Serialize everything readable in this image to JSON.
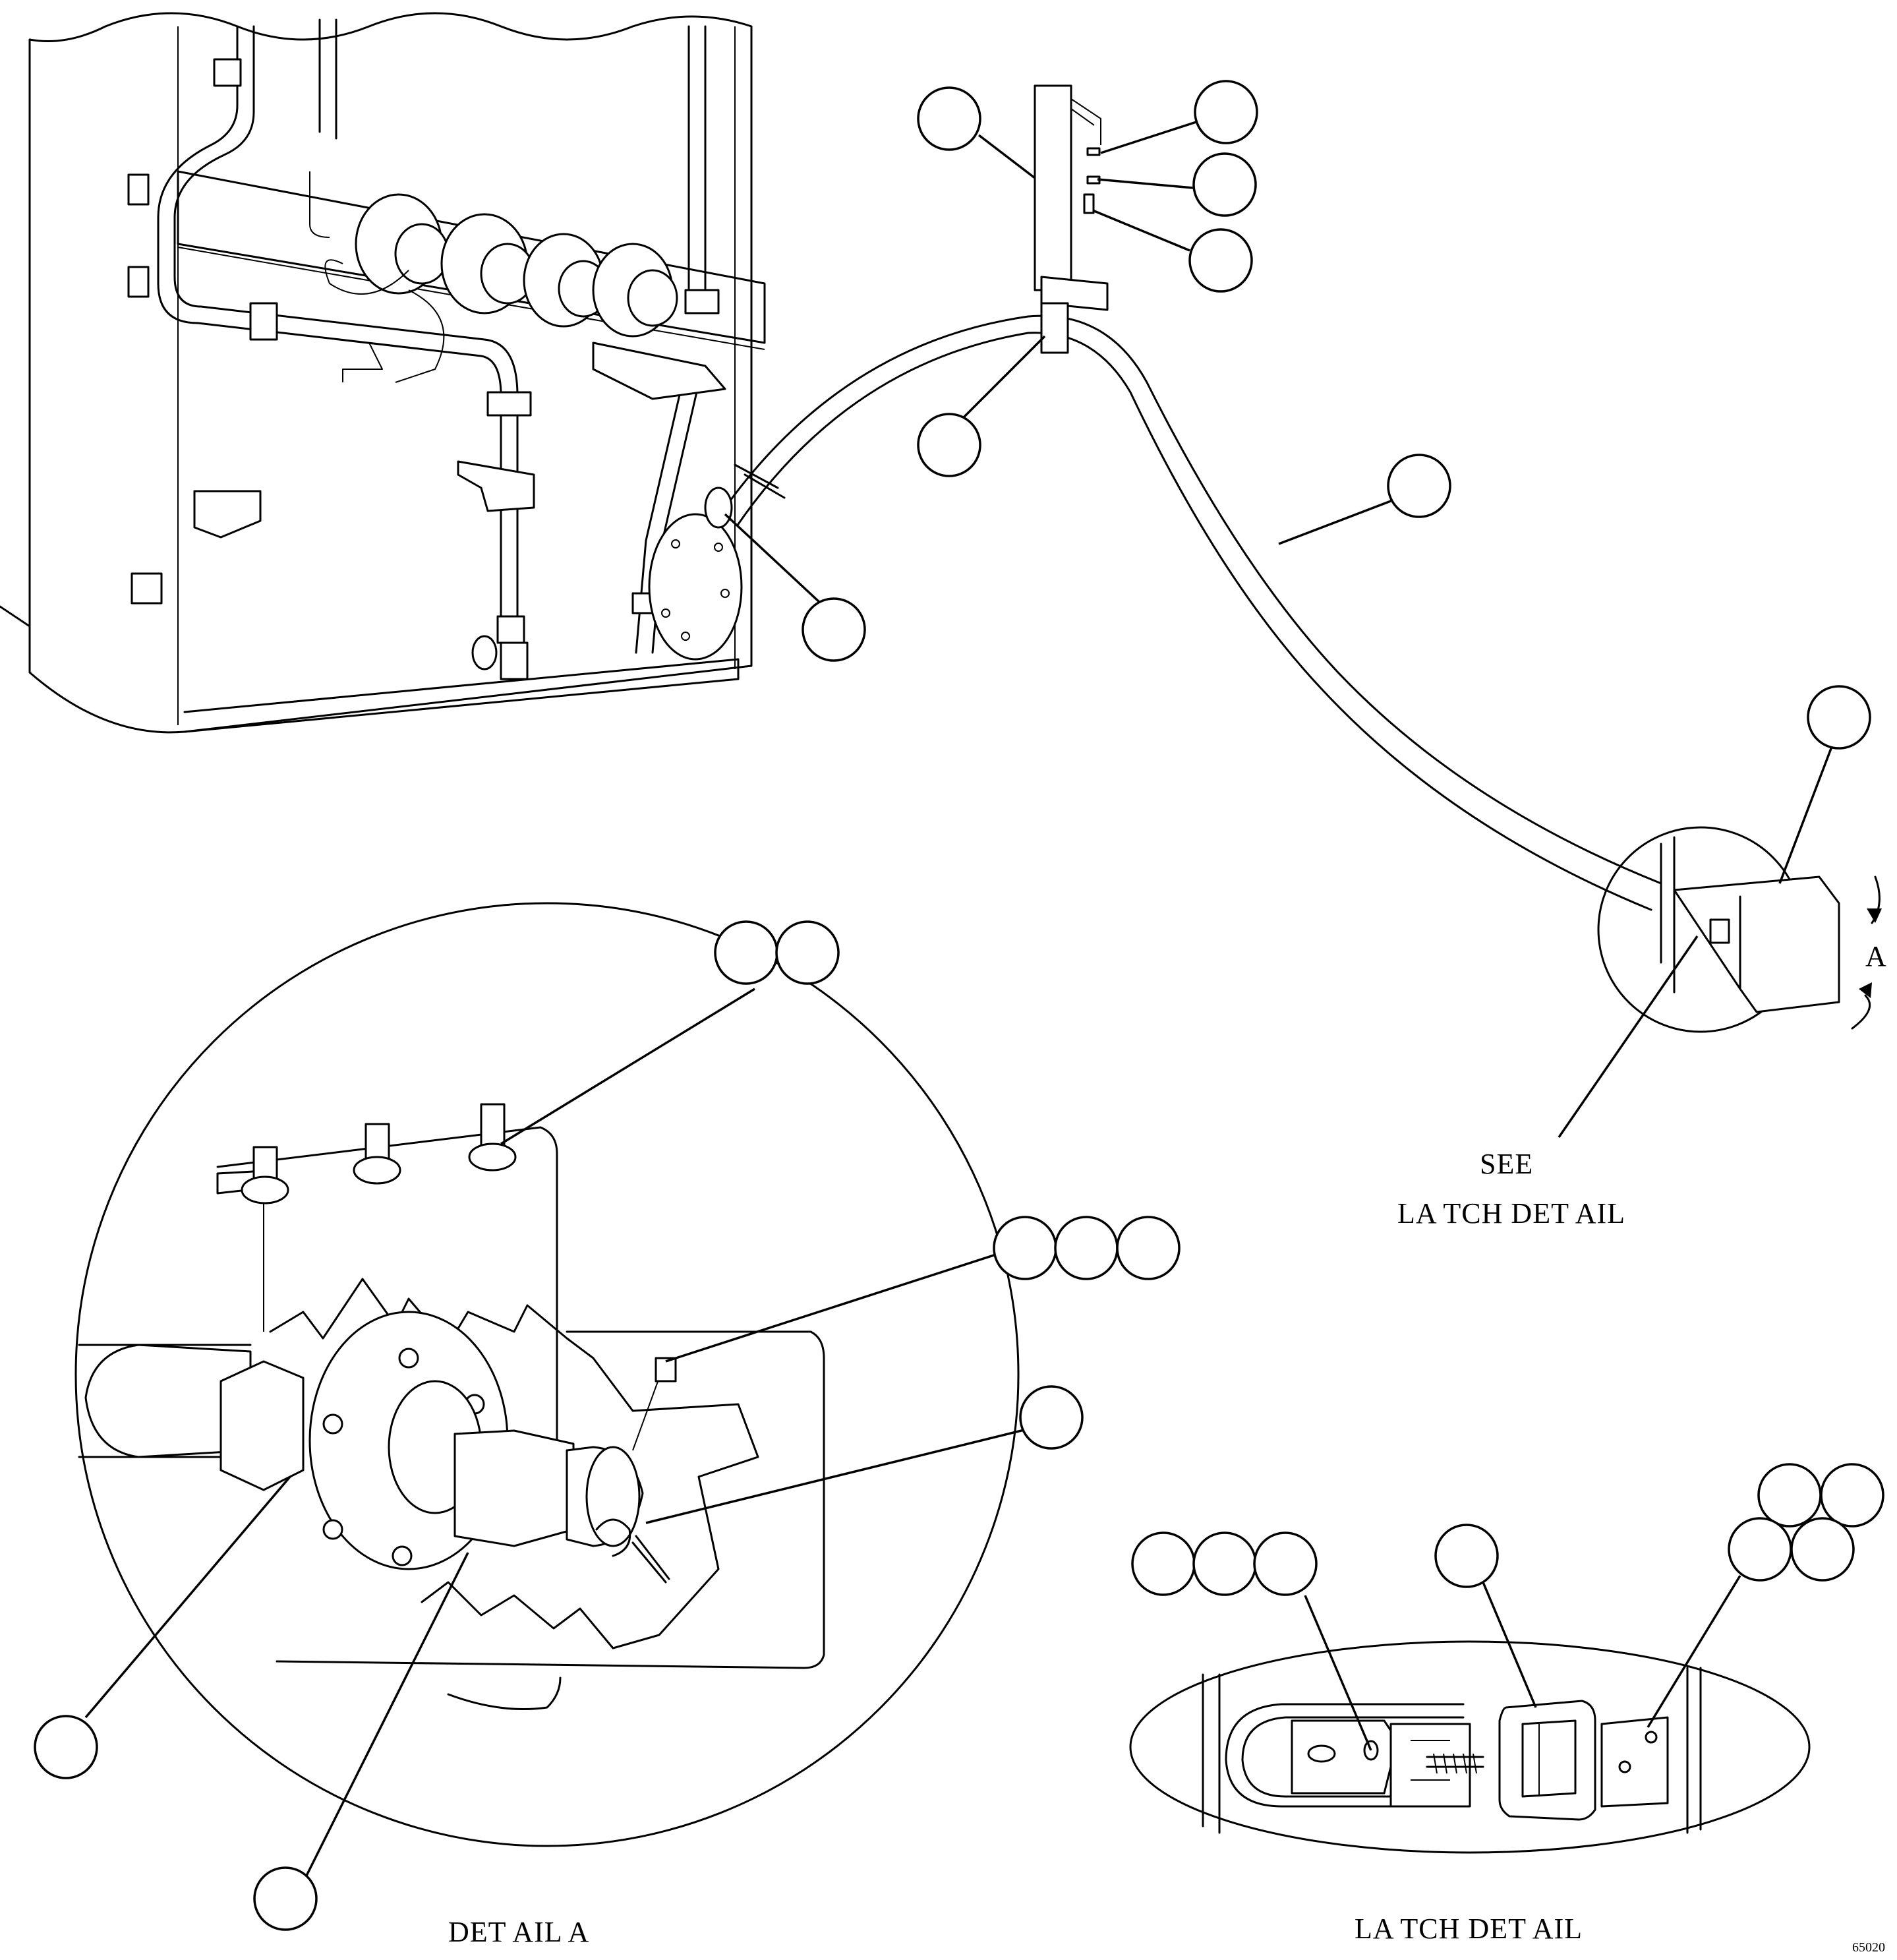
{
  "figure_number": "65020",
  "callout_marker": "A",
  "labels": {
    "see_line1": "SEE",
    "see_line2": "LA TCH DET AIL",
    "detail_a_caption": "DET AIL A",
    "latch_detail_caption": "LA TCH DET AIL"
  }
}
